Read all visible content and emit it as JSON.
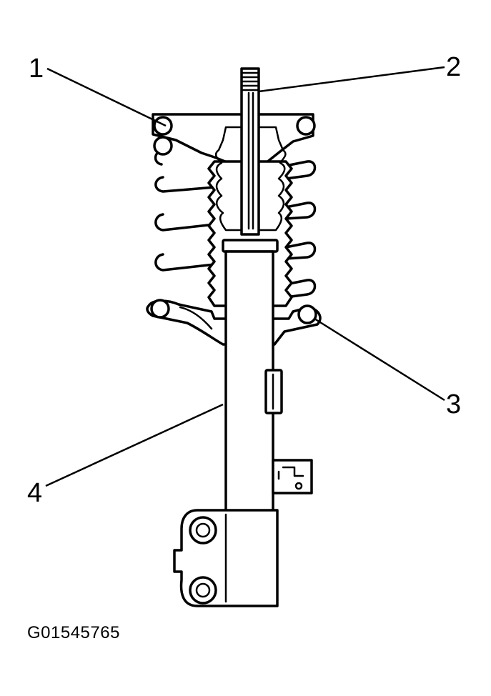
{
  "callouts": [
    {
      "id": "1",
      "label": "1"
    },
    {
      "id": "2",
      "label": "2"
    },
    {
      "id": "3",
      "label": "3"
    },
    {
      "id": "4",
      "label": "4"
    }
  ],
  "figure_code": "G01545765"
}
